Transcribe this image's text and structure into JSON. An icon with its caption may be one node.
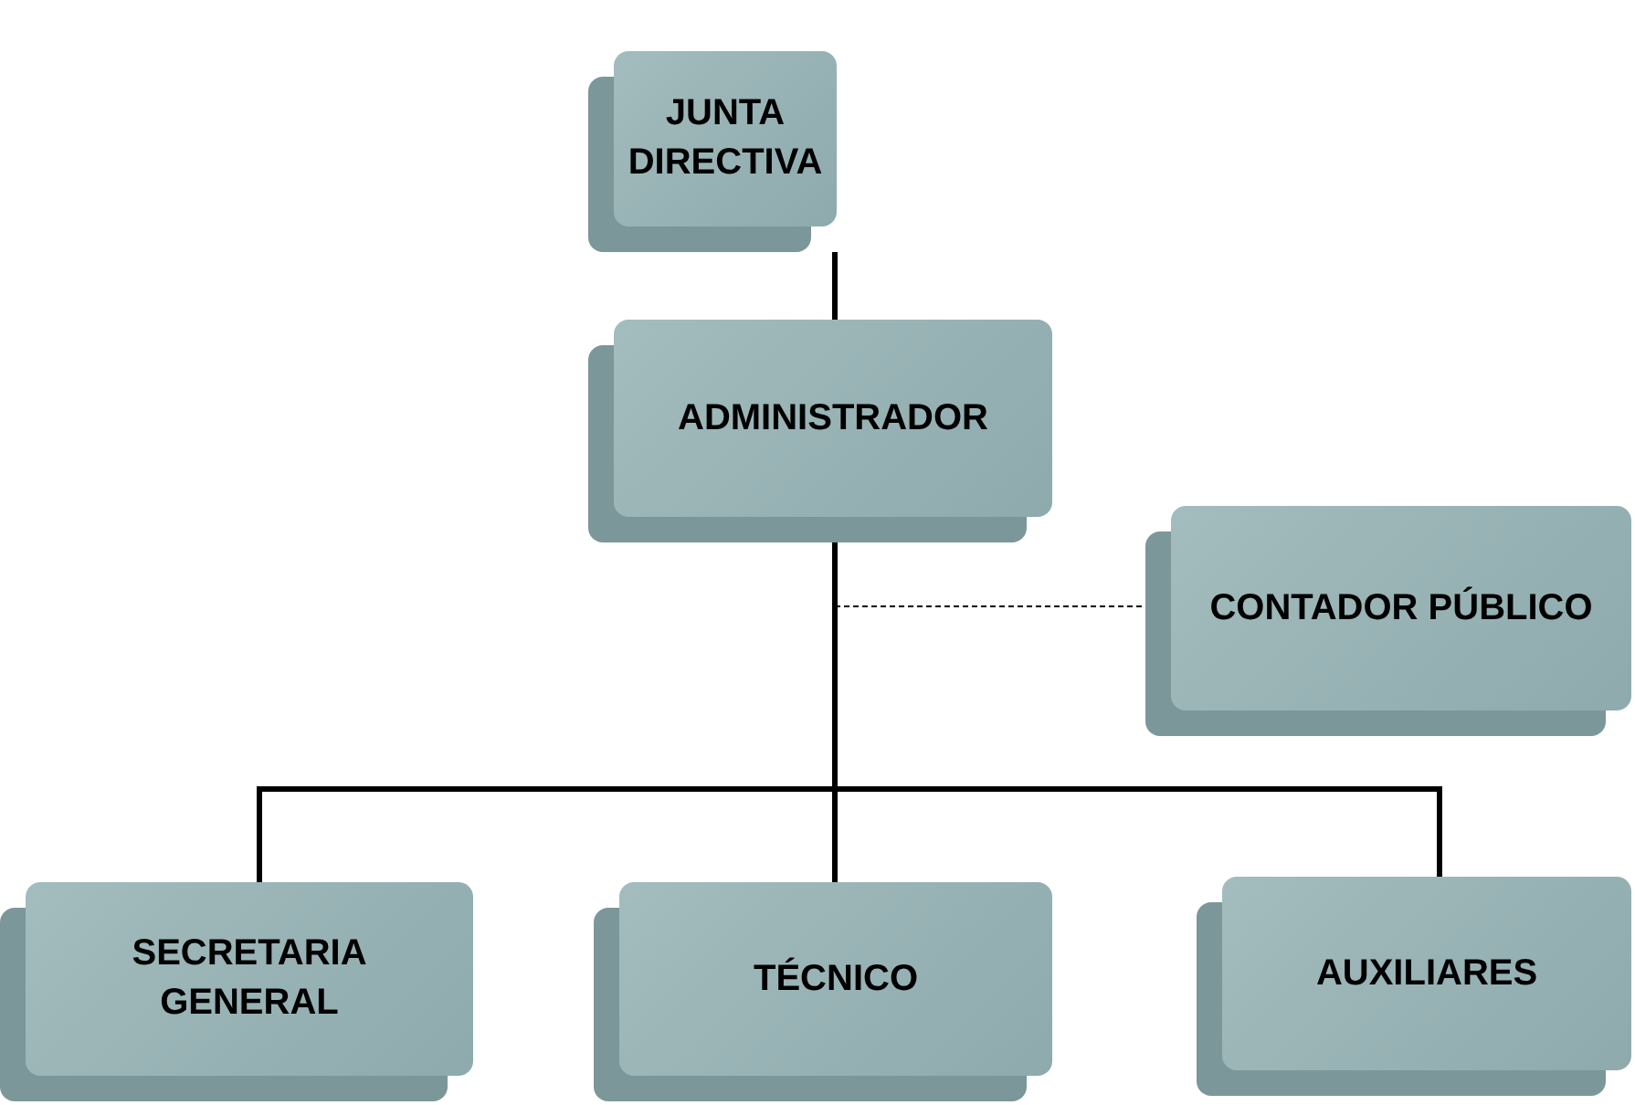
{
  "diagram": {
    "nodes": [
      {
        "text": [
          "JUNTA DIRECTIVA"
        ]
      },
      {
        "text": [
          "ADMINISTRADOR"
        ]
      },
      {
        "text": [
          "CONTADOR PÚBLICO"
        ]
      },
      {
        "text": [
          "SECRETARIA GENERAL"
        ]
      },
      {
        "text": [
          "TÉCNICO"
        ]
      },
      {
        "text": [
          "AUXILIARES"
        ]
      }
    ],
    "edges": [
      {
        "from": 0,
        "to": 1,
        "arrow": "none"
      },
      {
        "from": 1,
        "to": 2,
        "arrow": "none",
        "style": "dashed"
      },
      {
        "from": 1,
        "to": 3,
        "arrow": "none"
      },
      {
        "from": 1,
        "to": 4,
        "arrow": "none"
      },
      {
        "from": 1,
        "to": 5,
        "arrow": "none"
      }
    ]
  }
}
